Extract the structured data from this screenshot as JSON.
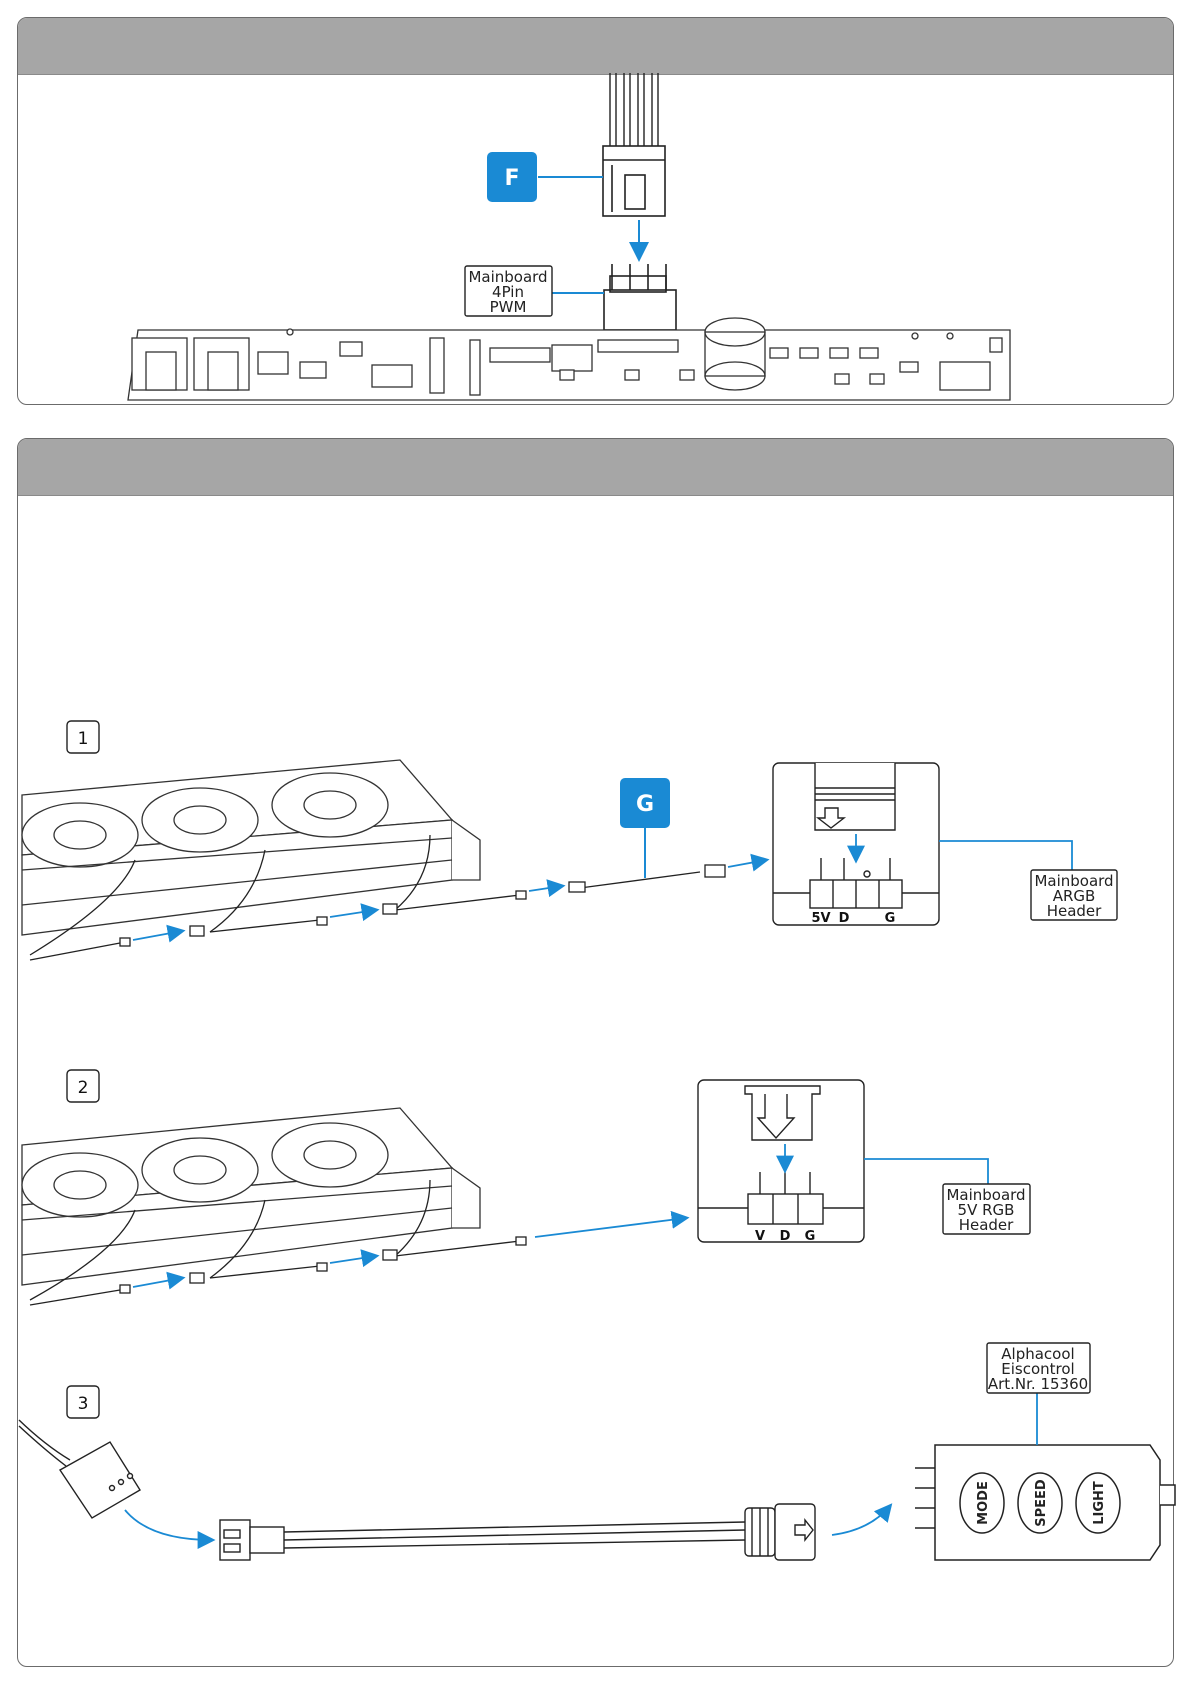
{
  "colors": {
    "header_gray": "#a6a6a6",
    "accent_blue": "#1a8ad4",
    "line": "#222222",
    "panel_border": "#6b6b6b"
  },
  "top_section": {
    "badge": "F",
    "label_lines": [
      "Mainboard",
      "4Pin",
      "PWM"
    ]
  },
  "bottom_section": {
    "steps": [
      {
        "number": "1",
        "badge": "G",
        "label_lines": [
          "Mainboard",
          "ARGB",
          "Header"
        ],
        "pin_labels": [
          "5V",
          "D",
          "G"
        ]
      },
      {
        "number": "2",
        "label_lines": [
          "Mainboard",
          "5V RGB",
          "Header"
        ],
        "pin_labels": [
          "V",
          "D",
          "G"
        ]
      },
      {
        "number": "3",
        "label_lines": [
          "Alphacool",
          "Eiscontrol",
          "Art.Nr. 15360"
        ],
        "buttons": [
          "MODE",
          "SPEED",
          "LIGHT"
        ]
      }
    ]
  }
}
